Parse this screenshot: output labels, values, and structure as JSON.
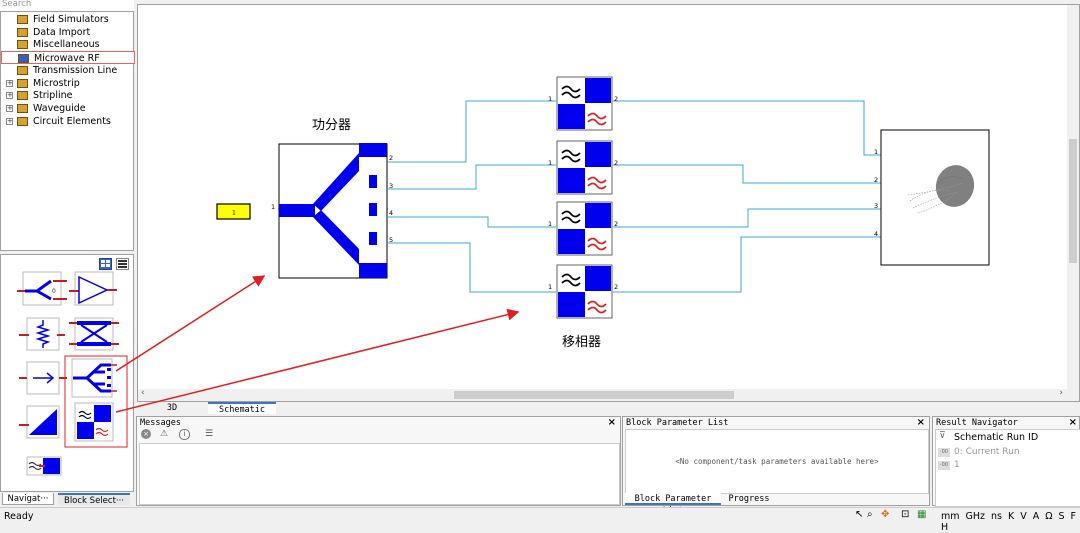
{
  "search": {
    "placeholder": "Search"
  },
  "tree": [
    {
      "label": "Field Simulators",
      "expander": false,
      "color": "#d8a030"
    },
    {
      "label": "Data Import",
      "expander": false,
      "color": "#d8a030"
    },
    {
      "label": "Miscellaneous",
      "expander": false,
      "color": "#d8a030"
    },
    {
      "label": "Microwave RF",
      "expander": false,
      "color": "#3060c0",
      "selected": true
    },
    {
      "label": "Transmission Line",
      "expander": false,
      "color": "#d8a030"
    },
    {
      "label": "Microstrip",
      "expander": true,
      "color": "#d8a030"
    },
    {
      "label": "Stripline",
      "expander": true,
      "color": "#d8a030"
    },
    {
      "label": "Waveguide",
      "expander": true,
      "color": "#d8a030"
    },
    {
      "label": "Circuit Elements",
      "expander": true,
      "color": "#d8a030"
    }
  ],
  "left_tabs": {
    "navigator": "Navigat···",
    "block_select": "Block Select···"
  },
  "canvas": {
    "label_divider": "功分器",
    "label_phase": "移相器",
    "source_label": "1",
    "divider_ports": {
      "in": "1",
      "outs": [
        "2",
        "3",
        "4",
        "5"
      ]
    },
    "shifter_ports": {
      "in": "1",
      "out": "2"
    },
    "load_ports": [
      "1",
      "2",
      "3",
      "4"
    ]
  },
  "view_tabs": {
    "tab_3d": "3D",
    "tab_schematic": "Schematic"
  },
  "messages": {
    "title": "Messages"
  },
  "block_params": {
    "title": "Block Parameter List",
    "empty": "<No component/task parameters available here>",
    "tab_list": "Block Parameter List",
    "tab_progress": "Progress"
  },
  "result_nav": {
    "title": "Result Navigator",
    "header": "Schematic Run ID",
    "rows": [
      "0: Current Run",
      "1"
    ]
  },
  "status": {
    "text": "Ready",
    "units": [
      "mm",
      "GHz",
      "ns",
      "K",
      "V",
      "A",
      "Ω",
      "S",
      "F",
      "H"
    ]
  },
  "colors": {
    "blue": "#0000ee",
    "wire": "#3aa8d8",
    "yellow": "#ffff00",
    "arrow": "#e02020"
  }
}
